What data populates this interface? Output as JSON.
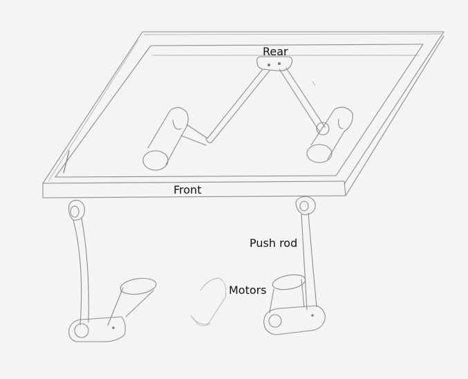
{
  "diagram": {
    "labels": {
      "rear": "Rear",
      "front": "Front",
      "push_rod": "Push rod",
      "motors": "Motors"
    }
  }
}
